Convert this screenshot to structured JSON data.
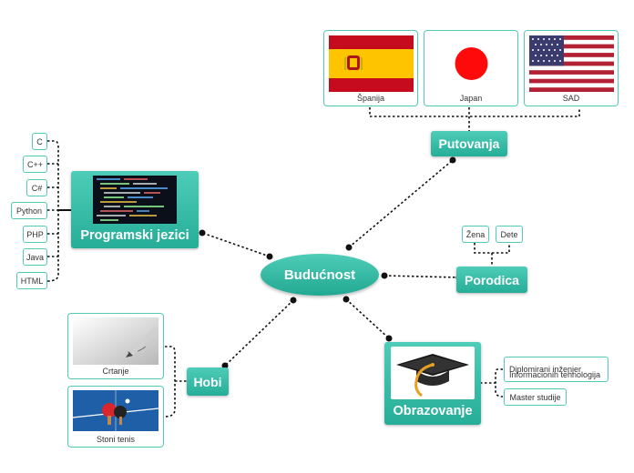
{
  "central": "Budućnost",
  "travel": {
    "label": "Putovanja",
    "items": [
      "Španija",
      "Japan",
      "SAD"
    ]
  },
  "family": {
    "label": "Porodica",
    "items": [
      "Žena",
      "Dete"
    ]
  },
  "education": {
    "label": "Obrazovanje",
    "items": [
      "Diplomirani inženjer",
      "Informacionih tehnologija",
      "Master studije"
    ]
  },
  "hobbies": {
    "label": "Hobi",
    "items": [
      "Crtanje",
      "Stoni tenis"
    ]
  },
  "programming": {
    "label": "Programski jezici",
    "items": [
      "C",
      "C++",
      "C#",
      "Python",
      "PHP",
      "Java",
      "HTML"
    ]
  },
  "colors": {
    "teal": "#2fb8a2",
    "leaf_border": "#52cbb6",
    "link": "#111111"
  }
}
